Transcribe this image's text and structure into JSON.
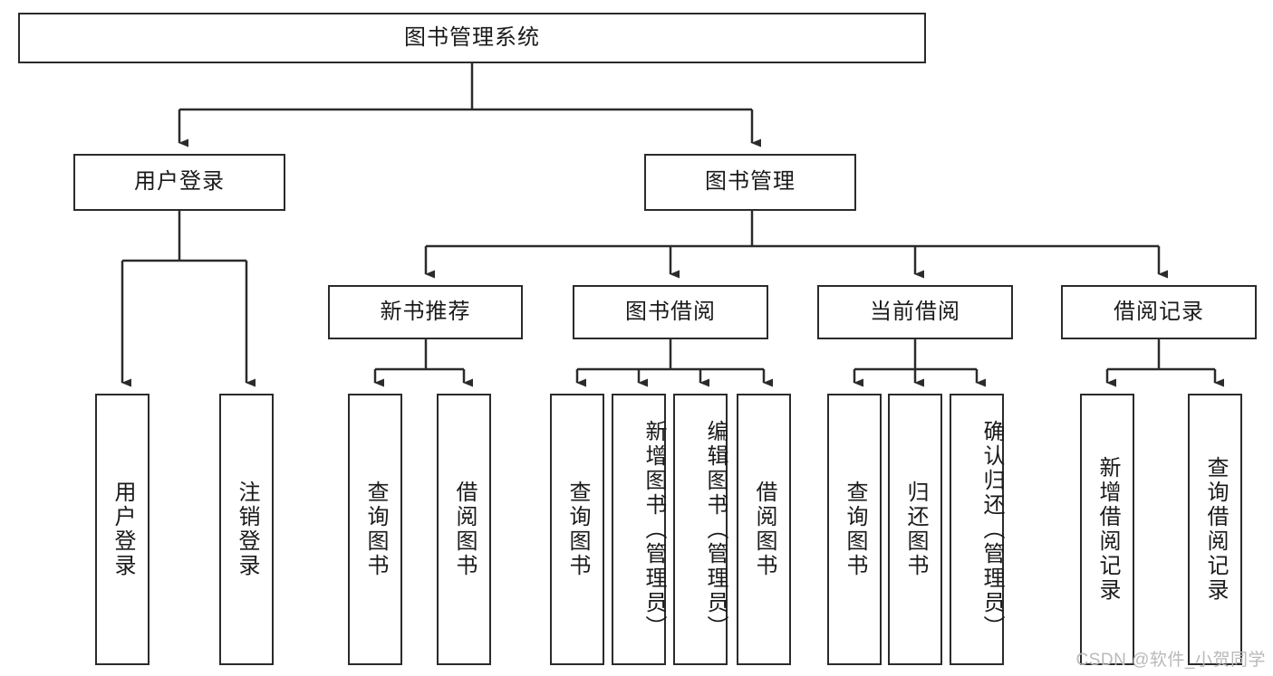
{
  "diagram": {
    "type": "tree-hierarchy-chart",
    "title": "图书管理系统",
    "stroke_color": "#2b2b2b",
    "background_color": "#ffffff",
    "text_color": "#1a1a1a",
    "levels": {
      "root": {
        "label": "图书管理系统"
      },
      "level2": [
        {
          "label": "用户登录"
        },
        {
          "label": "图书管理"
        }
      ],
      "level3": [
        {
          "label": "新书推荐"
        },
        {
          "label": "图书借阅"
        },
        {
          "label": "当前借阅"
        },
        {
          "label": "借阅记录"
        }
      ],
      "leaves": {
        "user_login": [
          {
            "label": "用户登录"
          },
          {
            "label": "注销登录"
          }
        ],
        "new_book_recommend": [
          {
            "label": "查询图书"
          },
          {
            "label": "借阅图书"
          }
        ],
        "book_borrow": [
          {
            "label": "查询图书"
          },
          {
            "label": "新增图书（管理员）"
          },
          {
            "label": "编辑图书（管理员）"
          },
          {
            "label": "借阅图书"
          }
        ],
        "current_borrow": [
          {
            "label": "查询图书"
          },
          {
            "label": "归还图书"
          },
          {
            "label": "确认归还（管理员）"
          }
        ],
        "borrow_records": [
          {
            "label": "新增借阅记录"
          },
          {
            "label": "查询借阅记录"
          }
        ]
      }
    }
  },
  "watermark": {
    "text": "CSDN @软件_小贺同学"
  }
}
